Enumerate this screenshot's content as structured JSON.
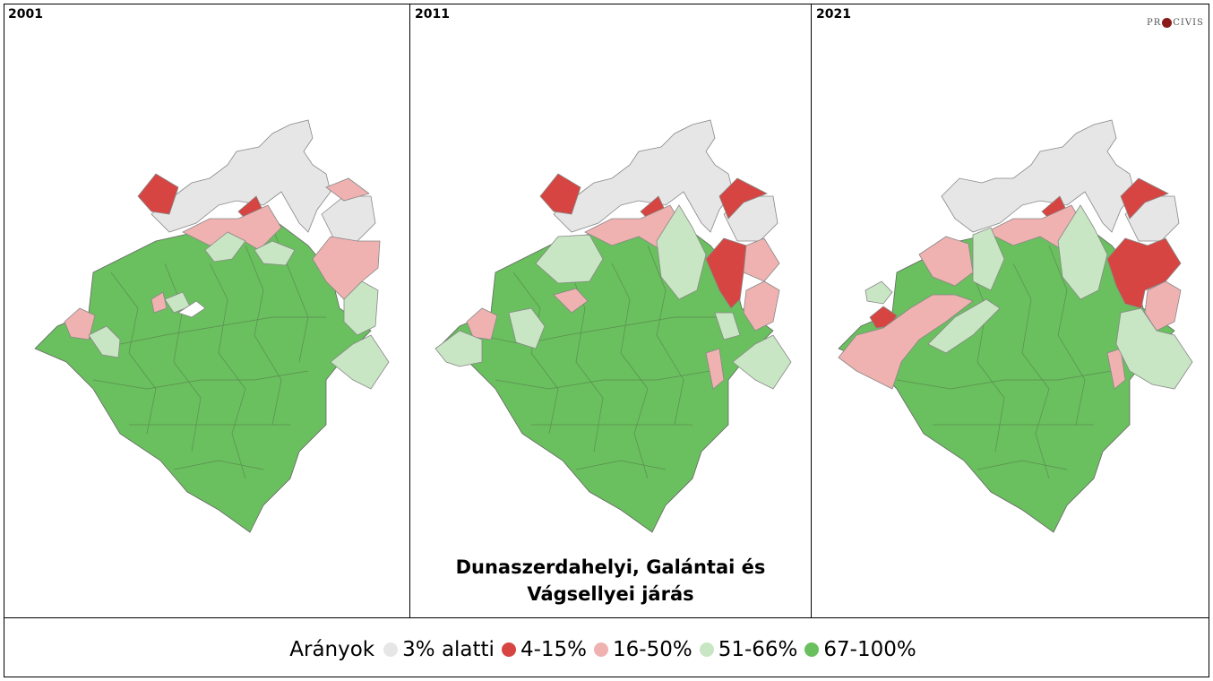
{
  "panels": [
    {
      "year": "2001"
    },
    {
      "year": "2011"
    },
    {
      "year": "2021"
    }
  ],
  "caption_line1": "Dunaszerdahelyi, Galántai és",
  "caption_line2": "Vágsellyei járás",
  "logo": {
    "left": "PR",
    "right": "CIVIS"
  },
  "legend": {
    "title": "Arányok",
    "items": [
      {
        "label": "3% alatti",
        "color": "#e6e6e6"
      },
      {
        "label": "4-15%",
        "color": "#d64541"
      },
      {
        "label": "16-50%",
        "color": "#efb2b0"
      },
      {
        "label": "51-66%",
        "color": "#c8e6c3"
      },
      {
        "label": "67-100%",
        "color": "#6abf5e"
      }
    ]
  }
}
